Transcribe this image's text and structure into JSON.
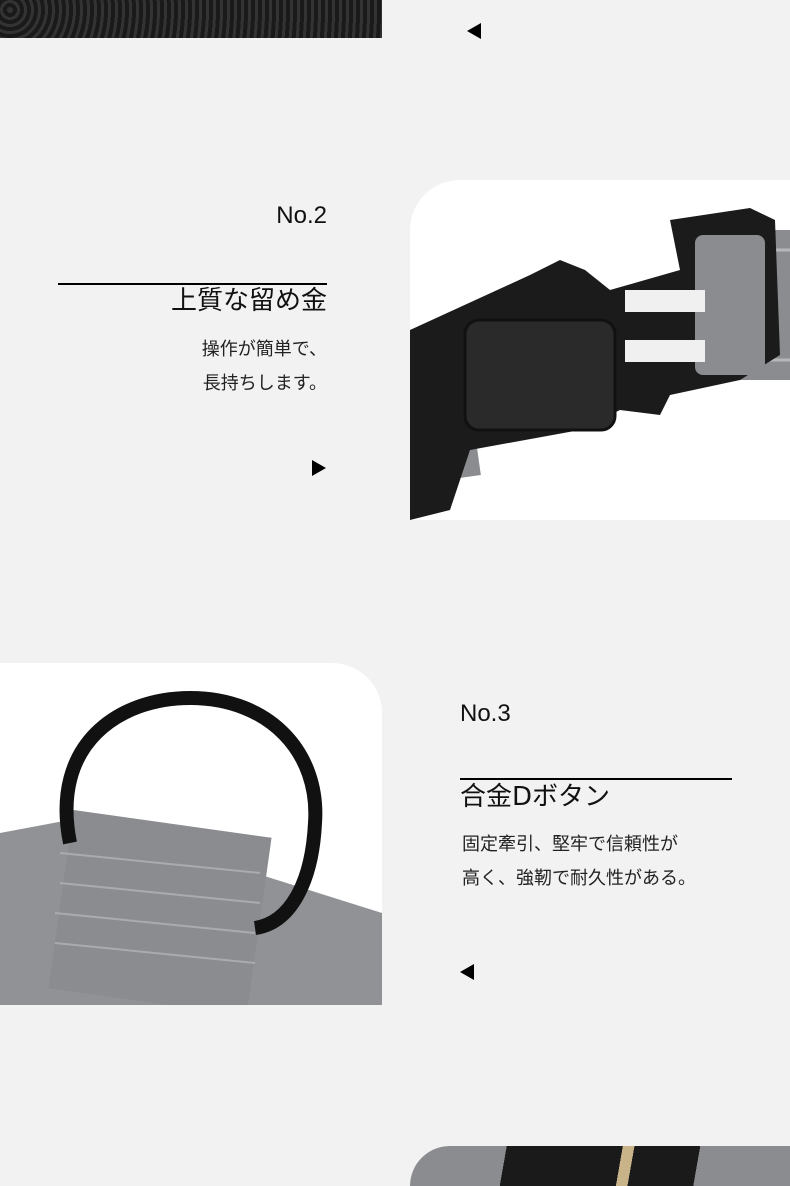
{
  "colors": {
    "background": "#f2f2f2",
    "text": "#111111"
  },
  "feature2": {
    "number": "No.2",
    "title": "上質な留め金",
    "lines": [
      "操作が簡単で、",
      "長持ちします。"
    ],
    "image": "buckle-photo"
  },
  "feature3": {
    "number": "No.3",
    "title": "合金Dボタン",
    "lines": [
      "固定牽引、堅牢で信頼性が",
      "高く、強靭で耐久性がある。"
    ],
    "image": "d-ring-photo"
  }
}
